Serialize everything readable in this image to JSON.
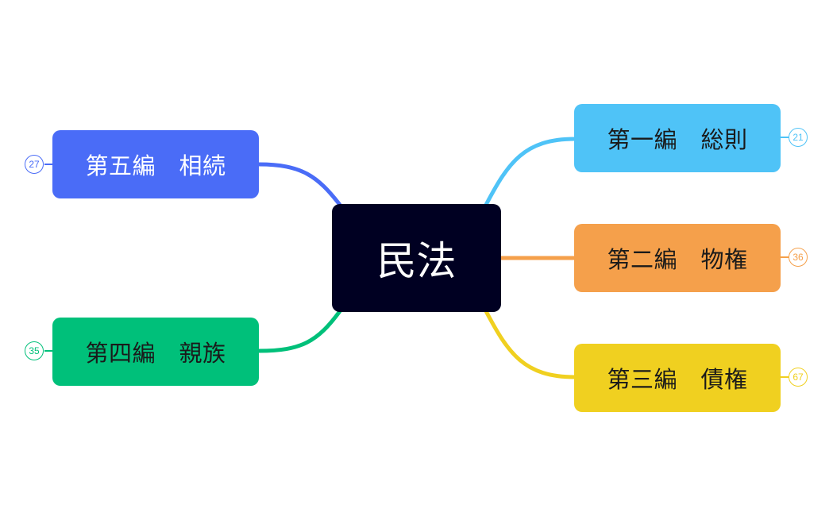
{
  "center": {
    "label": "民法",
    "color": "#000022"
  },
  "branches": [
    {
      "key": "b1",
      "label": "第一編　総則",
      "count": "21",
      "fill": "#4fc3f7",
      "line": "#4fc3f7",
      "text": "#1a1a1a"
    },
    {
      "key": "b2",
      "label": "第二編　物権",
      "count": "36",
      "fill": "#f5a04b",
      "line": "#f5a04b",
      "text": "#1a1a1a"
    },
    {
      "key": "b3",
      "label": "第三編　債権",
      "count": "67",
      "fill": "#f0d020",
      "line": "#f0d020",
      "text": "#1a1a1a"
    },
    {
      "key": "b4",
      "label": "第四編　親族",
      "count": "35",
      "fill": "#00c07a",
      "line": "#00c07a",
      "text": "#1a1a1a"
    },
    {
      "key": "b5",
      "label": "第五編　相続",
      "count": "27",
      "fill": "#4a6cf7",
      "line": "#4a6cf7",
      "text": "#ffffff"
    }
  ]
}
